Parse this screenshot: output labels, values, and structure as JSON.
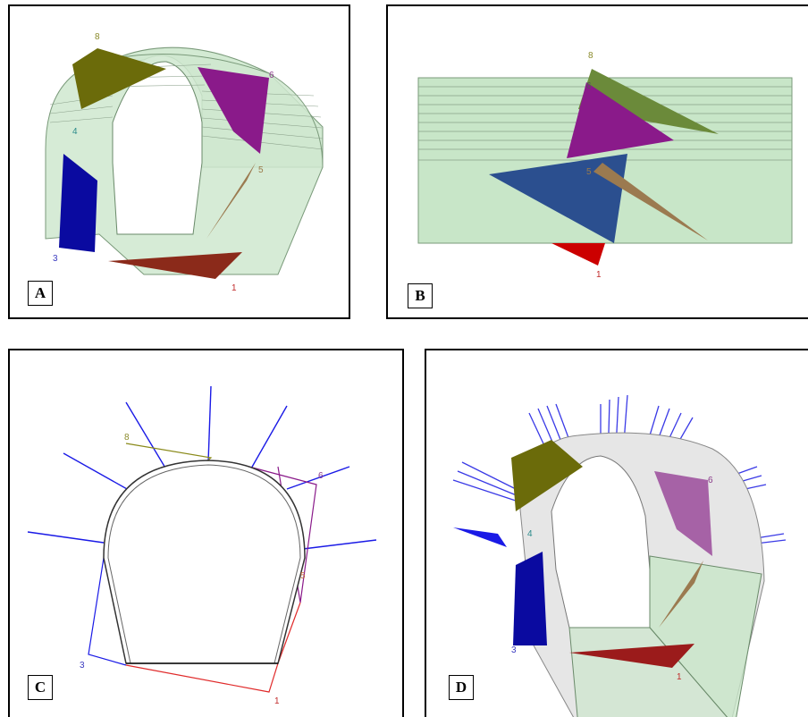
{
  "panels": [
    {
      "id": "A",
      "label": "A"
    },
    {
      "id": "B",
      "label": "B"
    },
    {
      "id": "C",
      "label": "C"
    },
    {
      "id": "D",
      "label": "D"
    }
  ],
  "block_numbers": {
    "one": "1",
    "three": "3",
    "four": "4",
    "five": "5",
    "six": "6",
    "eight": "8"
  },
  "colors": {
    "tunnel_fill": "#c8e6c8",
    "tunnel_edge": "#6a8a6a",
    "block_1": "#9b1b1b",
    "block_3": "#0a0aa0",
    "block_4": "#2b4f8f",
    "block_5": "#9b7a50",
    "block_6": "#8a1a8a",
    "block_8": "#6b6b0a",
    "bolts": "#1a1ae6"
  }
}
